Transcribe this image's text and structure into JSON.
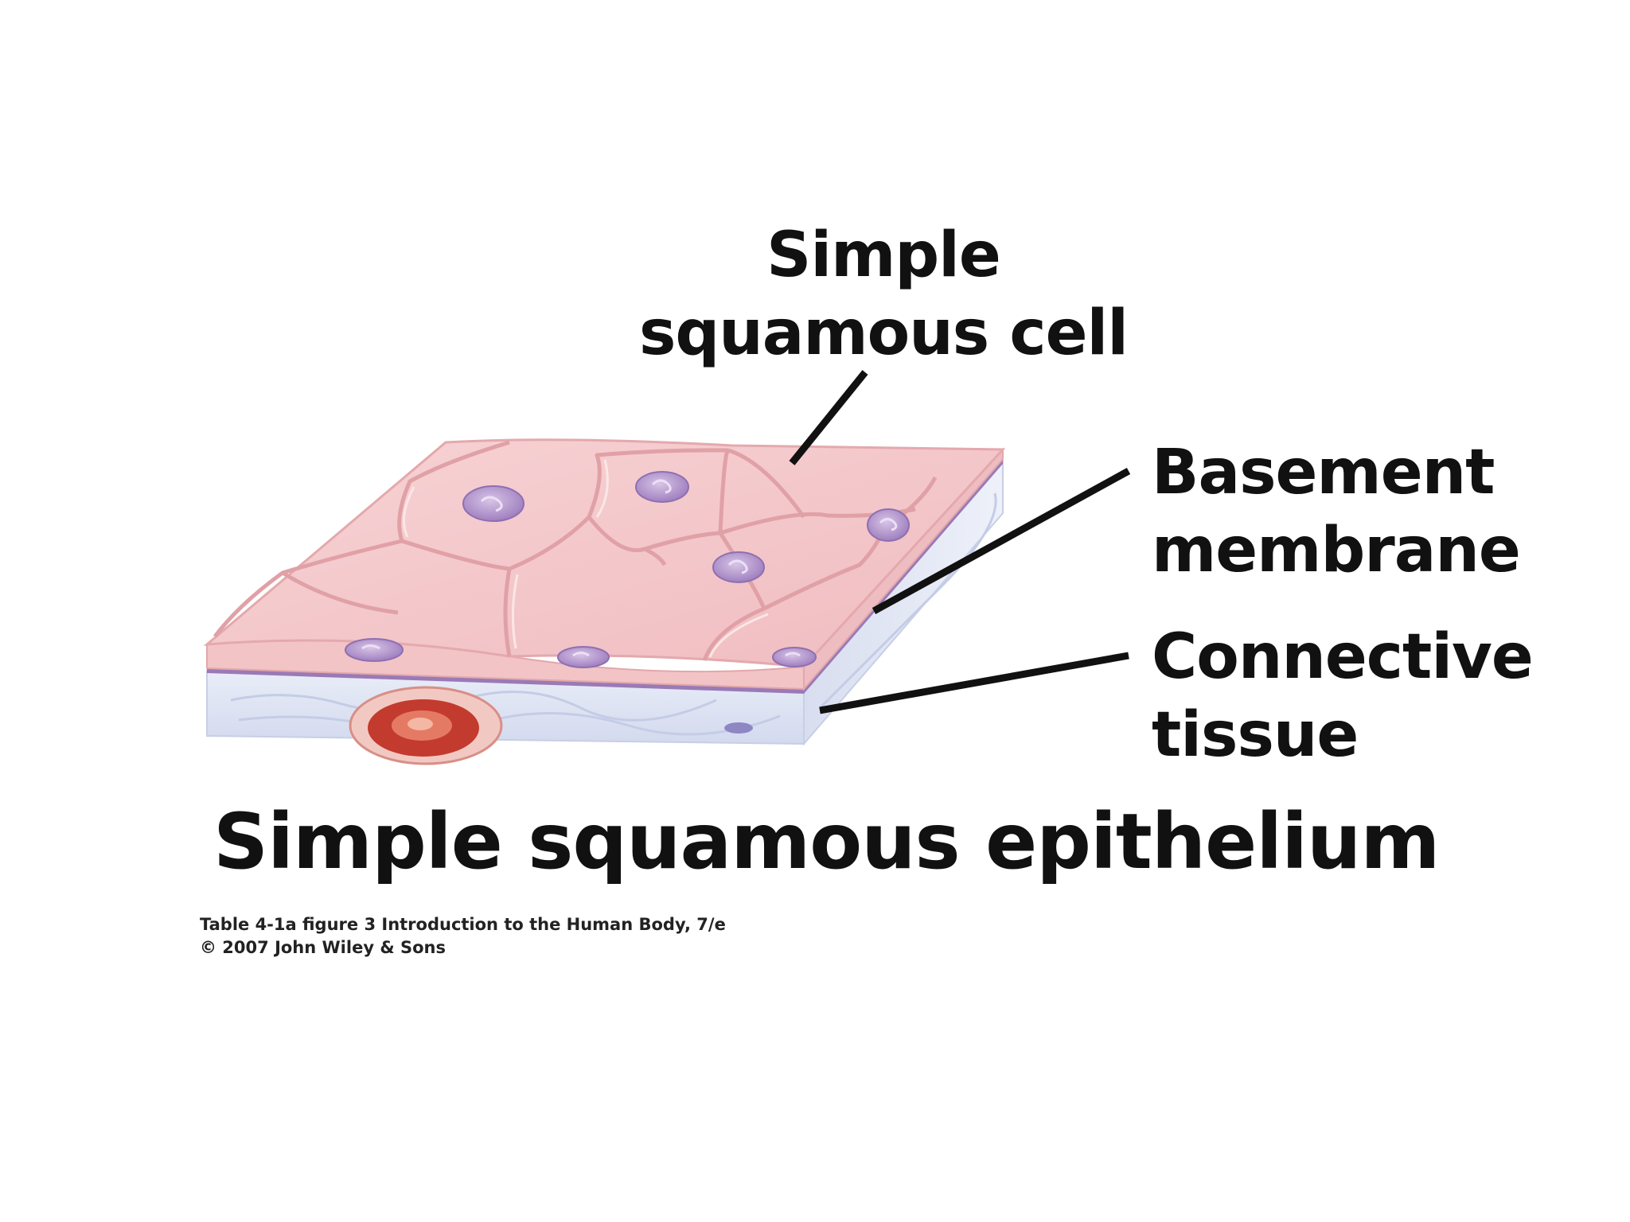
{
  "labels": {
    "cell_line1": "Simple",
    "cell_line2": "squamous cell",
    "basement_line1": "Basement",
    "basement_line2": "membrane",
    "connective_line1": "Connective",
    "connective_line2": "tissue"
  },
  "title": "Simple squamous epithelium",
  "credit": {
    "line1": "Table 4-1a figure 3  Introduction to the Human Body, 7/e",
    "line2": "© 2007 John Wiley & Sons"
  },
  "colors": {
    "cell_fill": "#f3c6c8",
    "cell_highlight": "#fbe3e3",
    "cell_border": "#e4a9ad",
    "nucleus": "#a98bc4",
    "nucleus_inner": "#c9b3dc",
    "basement_membrane": "#9a7ab6",
    "connective_tissue": "#dde3f2",
    "blood_vessel": "#c33b2e",
    "leader_line": "#111111"
  }
}
